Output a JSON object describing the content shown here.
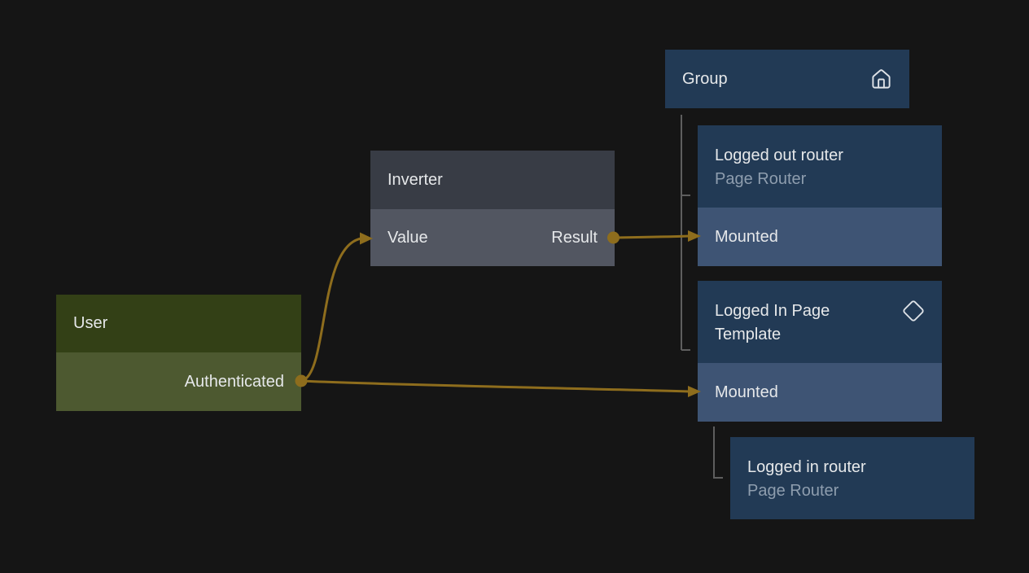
{
  "editor": {
    "background_color": "#151515",
    "wire_color": "#8e6d1d",
    "tree_connector_color": "#5e5e5e"
  },
  "colors": {
    "blue_node_header": "#223a55",
    "blue_node_row": "#3e5474",
    "gray_node_header": "#383c45",
    "gray_node_row": "#525661",
    "green_node_header": "#334016",
    "green_node_row": "#4d5930",
    "title_text": "#e6e8ea",
    "subtitle_text": "#8e9dae"
  },
  "nodes": {
    "user": {
      "title": "User",
      "output": "Authenticated"
    },
    "inverter": {
      "title": "Inverter",
      "input": "Value",
      "output": "Result"
    },
    "group": {
      "title": "Group",
      "icon": "home-icon"
    },
    "logged_out_router": {
      "title": "Logged out router",
      "subtitle": "Page Router",
      "input": "Mounted"
    },
    "logged_in_page_template": {
      "title": "Logged In Page Template",
      "icon": "diamond-icon",
      "input": "Mounted"
    },
    "logged_in_router": {
      "title": "Logged in router",
      "subtitle": "Page Router"
    }
  },
  "edges": [
    {
      "from": "user.output",
      "to": "inverter.input"
    },
    {
      "from": "user.output",
      "to": "logged_in_page_template.input"
    },
    {
      "from": "inverter.output",
      "to": "logged_out_router.input"
    }
  ],
  "hierarchy": {
    "group_children": [
      "logged_out_router",
      "logged_in_page_template"
    ],
    "logged_in_page_template_children": [
      "logged_in_router"
    ]
  }
}
